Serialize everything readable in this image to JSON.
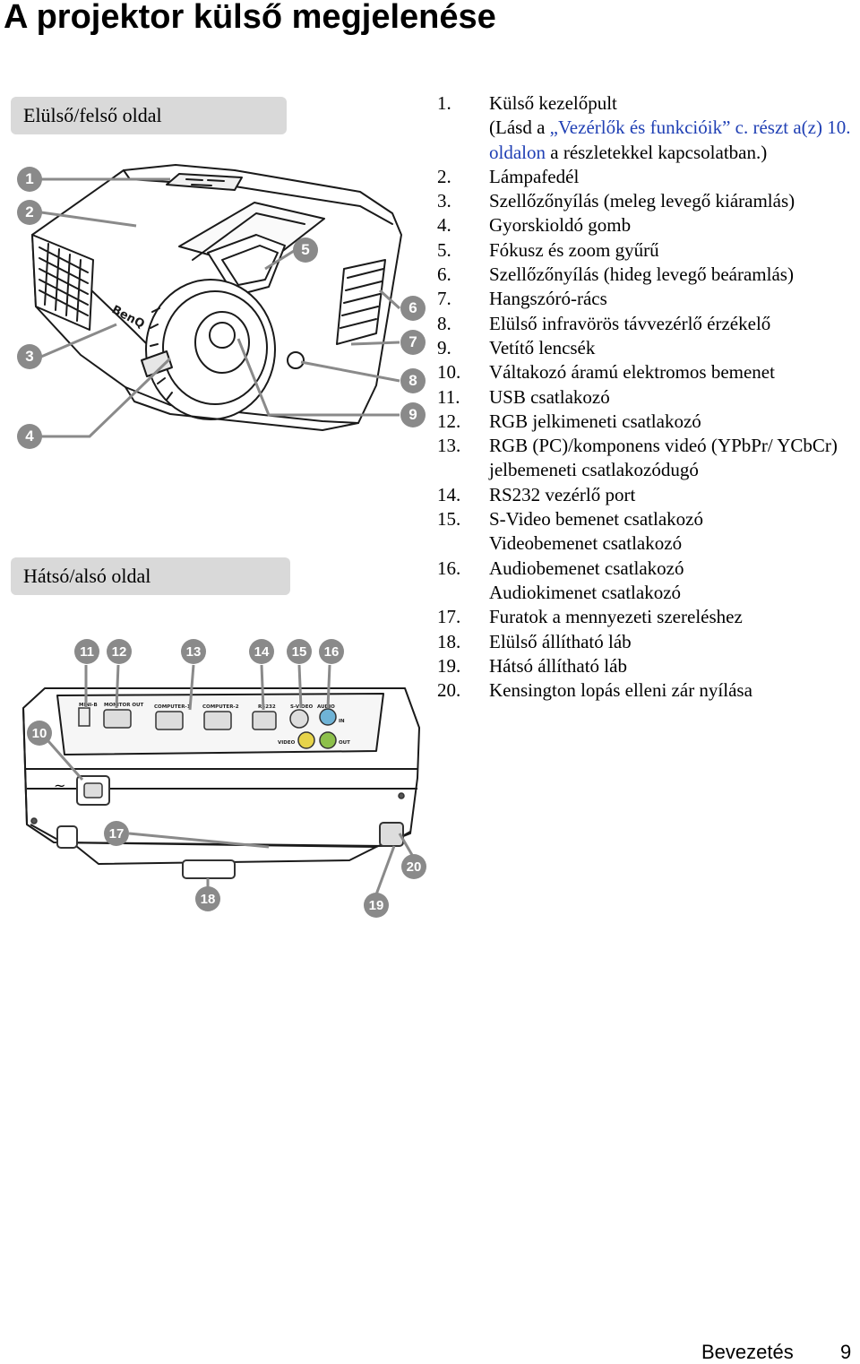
{
  "page_title": "A projektor külső megjelenése",
  "front_header": "Elülső/felső oldal",
  "rear_header": "Hátsó/alsó oldal",
  "front_callouts": [
    "1",
    "2",
    "3",
    "4",
    "5",
    "6",
    "7",
    "8",
    "9"
  ],
  "rear_callouts": [
    "10",
    "11",
    "12",
    "13",
    "14",
    "15",
    "16",
    "17",
    "18",
    "19",
    "20"
  ],
  "brand_logo": "BenQ",
  "panel_labels": {
    "mini_b": "MINI-B",
    "monitor_out": "MONITOR OUT",
    "computer_1": "COMPUTER-1",
    "computer_2": "COMPUTER-2",
    "rs232": "RS232",
    "s_video": "S-VIDEO",
    "audio": "AUDIO",
    "video": "VIDEO",
    "in": "IN",
    "out": "OUT"
  },
  "parts": [
    {
      "num": "1.",
      "text": "Külső kezelőpult",
      "detail": {
        "pre": "(Lásd a ",
        "link1": "„Vezérlők és funkcióik” c. részt a(z) 10. oldalon",
        "post": " a részletekkel kapcsolatban.)"
      }
    },
    {
      "num": "2.",
      "text": "Lámpafedél"
    },
    {
      "num": "3.",
      "text": "Szellőzőnyílás (meleg levegő kiáramlás)"
    },
    {
      "num": "4.",
      "text": "Gyorskioldó gomb"
    },
    {
      "num": "5.",
      "text": "Fókusz és zoom gyűrű"
    },
    {
      "num": "6.",
      "text": "Szellőzőnyílás (hideg levegő beáramlás)"
    },
    {
      "num": "7.",
      "text": "Hangszóró-rács"
    },
    {
      "num": "8.",
      "text": "Elülső infravörös távvezérlő érzékelő"
    },
    {
      "num": "9.",
      "text": "Vetítő lencsék"
    },
    {
      "num": "10.",
      "text": "Váltakozó áramú elektromos bemenet"
    },
    {
      "num": "11.",
      "text": "USB csatlakozó"
    },
    {
      "num": "12.",
      "text": "RGB jelkimeneti csatlakozó"
    },
    {
      "num": "13.",
      "text": "RGB (PC)/komponens videó (YPbPr/ YCbCr) jelbemeneti csatlakozódugó"
    },
    {
      "num": "14.",
      "text": "RS232 vezérlő port"
    },
    {
      "num": "15.",
      "text": "S-Video bemenet csatlakozó",
      "line2": "Videobemenet csatlakozó"
    },
    {
      "num": "16.",
      "text": "Audiobemenet csatlakozó",
      "line2": "Audiokimenet csatlakozó"
    },
    {
      "num": "17.",
      "text": "Furatok a mennyezeti szereléshez"
    },
    {
      "num": "18.",
      "text": "Elülső állítható láb"
    },
    {
      "num": "19.",
      "text": "Hátsó állítható láb"
    },
    {
      "num": "20.",
      "text": "Kensington lopás elleni zár nyílása"
    }
  ],
  "footer": {
    "section": "Bevezetés",
    "page": "9"
  }
}
